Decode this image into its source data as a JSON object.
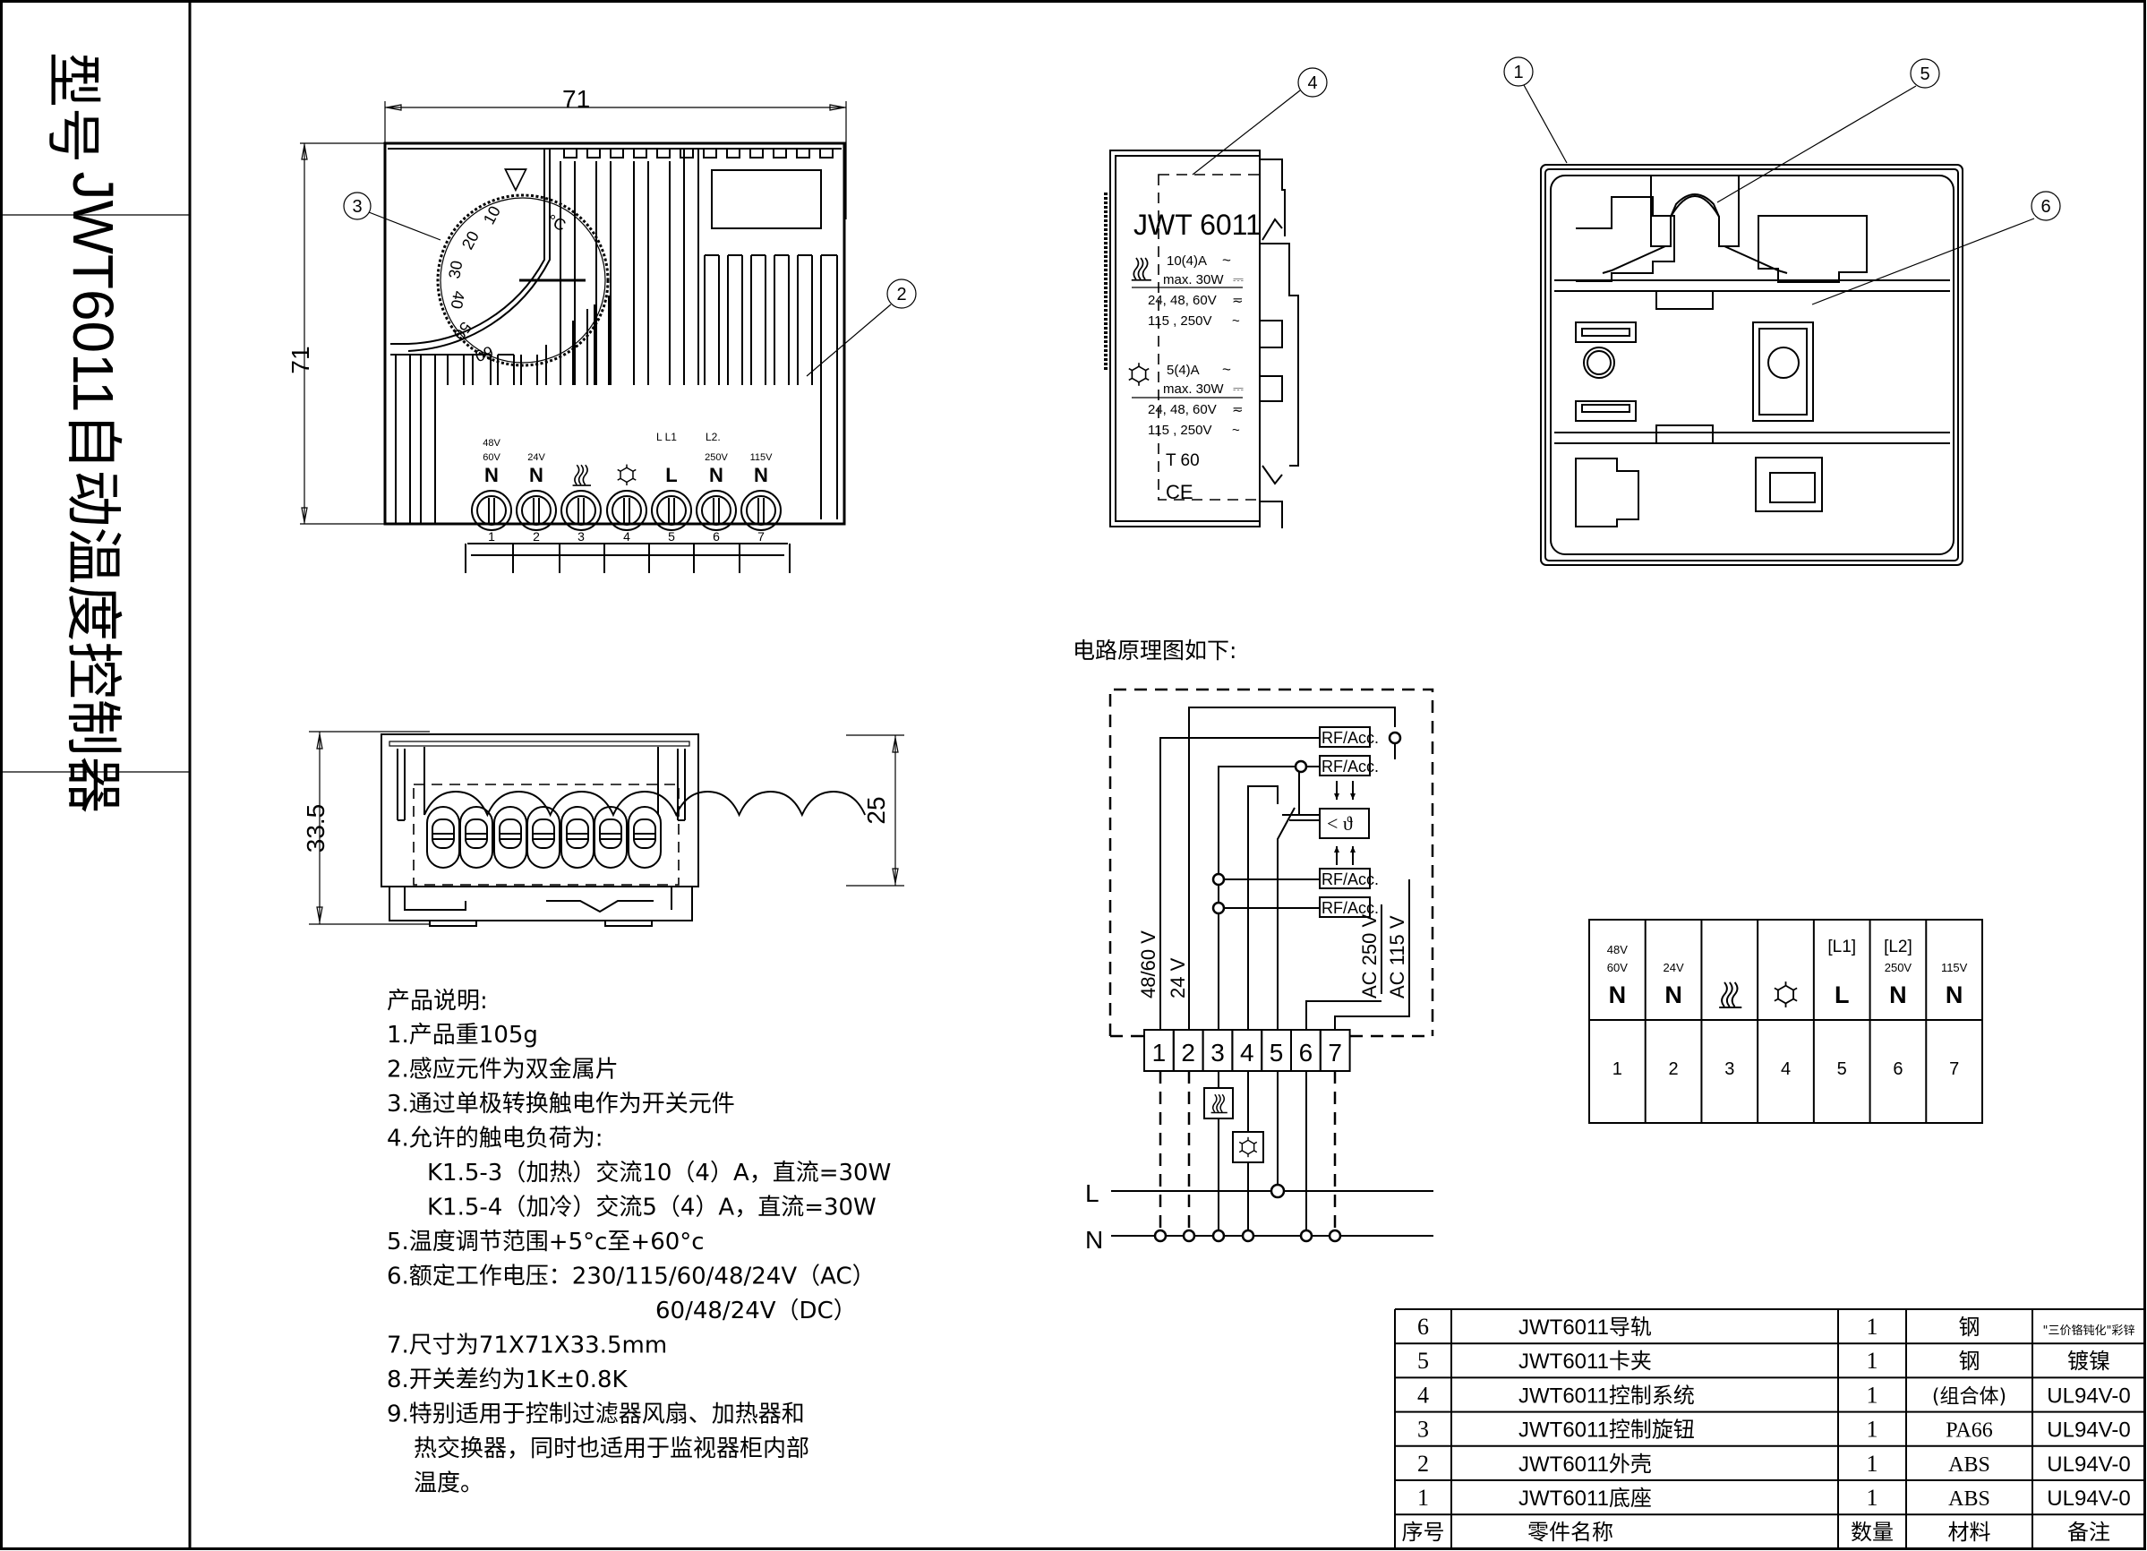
{
  "title_block": {
    "model_label": "型号",
    "product_title": "JWT6011自动温度控制器"
  },
  "front_view": {
    "dim_width": "71",
    "dim_height": "71",
    "dial": {
      "pointer_symbol": "▽",
      "scale_labels": [
        "10",
        "20",
        "30",
        "40",
        "50",
        "60"
      ],
      "unit": "°C"
    },
    "terminal_header_labels": [
      "L L1",
      "L2."
    ],
    "terminals": [
      {
        "voltage_top": "48V",
        "voltage": "60V",
        "symbol": "N",
        "number": "1"
      },
      {
        "voltage_top": "",
        "voltage": "24V",
        "symbol": "N",
        "number": "2"
      },
      {
        "voltage_top": "",
        "voltage": "",
        "symbol": "heater-icon",
        "number": "3"
      },
      {
        "voltage_top": "",
        "voltage": "",
        "symbol": "snowflake-icon",
        "number": "4"
      },
      {
        "voltage_top": "",
        "voltage": "",
        "symbol": "L",
        "number": "5"
      },
      {
        "voltage_top": "",
        "voltage": "250V",
        "symbol": "N",
        "number": "6"
      },
      {
        "voltage_top": "",
        "voltage": "115V",
        "symbol": "N",
        "number": "7"
      }
    ],
    "callouts": [
      "3",
      "2"
    ]
  },
  "side_view": {
    "callout": "4",
    "label": {
      "model": "JWT 6011",
      "heat_rating": "10(4)A",
      "heat_max": "max. 30W",
      "heat_v1": "24, 48, 60V",
      "heat_v2": "115 , 250V",
      "cool_rating": "5(4)A",
      "cool_max": "max. 30W",
      "cool_v1": "24, 48, 60V",
      "cool_v2": "115 , 250V",
      "t_rating": "T 60",
      "ce_mark": "CE",
      "ac_symbol": "~",
      "dc_symbol": "⎓",
      "acdc_symbol": "≂"
    }
  },
  "back_view": {
    "callouts": [
      "1",
      "5",
      "6"
    ]
  },
  "bottom_view": {
    "dim_total": "33.5",
    "dim_body": "25"
  },
  "description": {
    "heading": "产品说明:",
    "items": [
      "1.产品重105g",
      "2.感应元件为双金属片",
      "3.通过单极转换触电作为开关元件",
      "4.允许的触电负荷为:",
      "K1.5-3（加热）交流10（4）A，直流=30W",
      "K1.5-4（加冷）交流5（4）A，直流=30W",
      "5.温度调节范围+5°c至+60°c",
      "6.额定工作电压：230/115/60/48/24V（AC）",
      "60/48/24V（DC）",
      "7.尺寸为71X71X33.5mm",
      "8.开关差约为1K±0.8K",
      "9.特别适用于控制过滤器风扇、加热器和",
      "热交换器，同时也适用于监视器柜内部",
      "温度。"
    ]
  },
  "schematic": {
    "heading": "电路原理图如下:",
    "relay_label": "RF/Acc.",
    "sensor_label": "< ϑ",
    "terminals": [
      "1",
      "2",
      "3",
      "4",
      "5",
      "6",
      "7"
    ],
    "voltage_labels": [
      "48/60 V",
      "24 V",
      "AC 250 V",
      "AC 115 V"
    ],
    "line_L": "L",
    "line_N": "N"
  },
  "terminal_table": {
    "columns": [
      {
        "top": "48V",
        "mid": "60V",
        "main": "N",
        "number": "1"
      },
      {
        "top": "",
        "mid": "24V",
        "main": "N",
        "number": "2"
      },
      {
        "top": "",
        "mid": "",
        "main": "heater-icon",
        "number": "3"
      },
      {
        "top": "",
        "mid": "",
        "main": "snowflake-icon",
        "number": "4"
      },
      {
        "top": "[L1]",
        "mid": "",
        "main": "L",
        "number": "5"
      },
      {
        "top": "[L2]",
        "mid": "250V",
        "main": "N",
        "number": "6"
      },
      {
        "top": "",
        "mid": "115V",
        "main": "N",
        "number": "7"
      }
    ]
  },
  "parts_table": {
    "headers": [
      "序号",
      "零件名称",
      "数量",
      "材料",
      "备注"
    ],
    "rows": [
      {
        "no": "6",
        "name": "JWT6011导轨",
        "qty": "1",
        "material": "钢",
        "note": "\"三价铬钝化\"彩锌"
      },
      {
        "no": "5",
        "name": "JWT6011卡夹",
        "qty": "1",
        "material": "钢",
        "note": "镀镍"
      },
      {
        "no": "4",
        "name": "JWT6011控制系统",
        "qty": "1",
        "material": "(组合体)",
        "note": "UL94V-0"
      },
      {
        "no": "3",
        "name": "JWT6011控制旋钮",
        "qty": "1",
        "material": "PA66",
        "note": "UL94V-0"
      },
      {
        "no": "2",
        "name": "JWT6011外壳",
        "qty": "1",
        "material": "ABS",
        "note": "UL94V-0"
      },
      {
        "no": "1",
        "name": "JWT6011底座",
        "qty": "1",
        "material": "ABS",
        "note": "UL94V-0"
      }
    ]
  }
}
